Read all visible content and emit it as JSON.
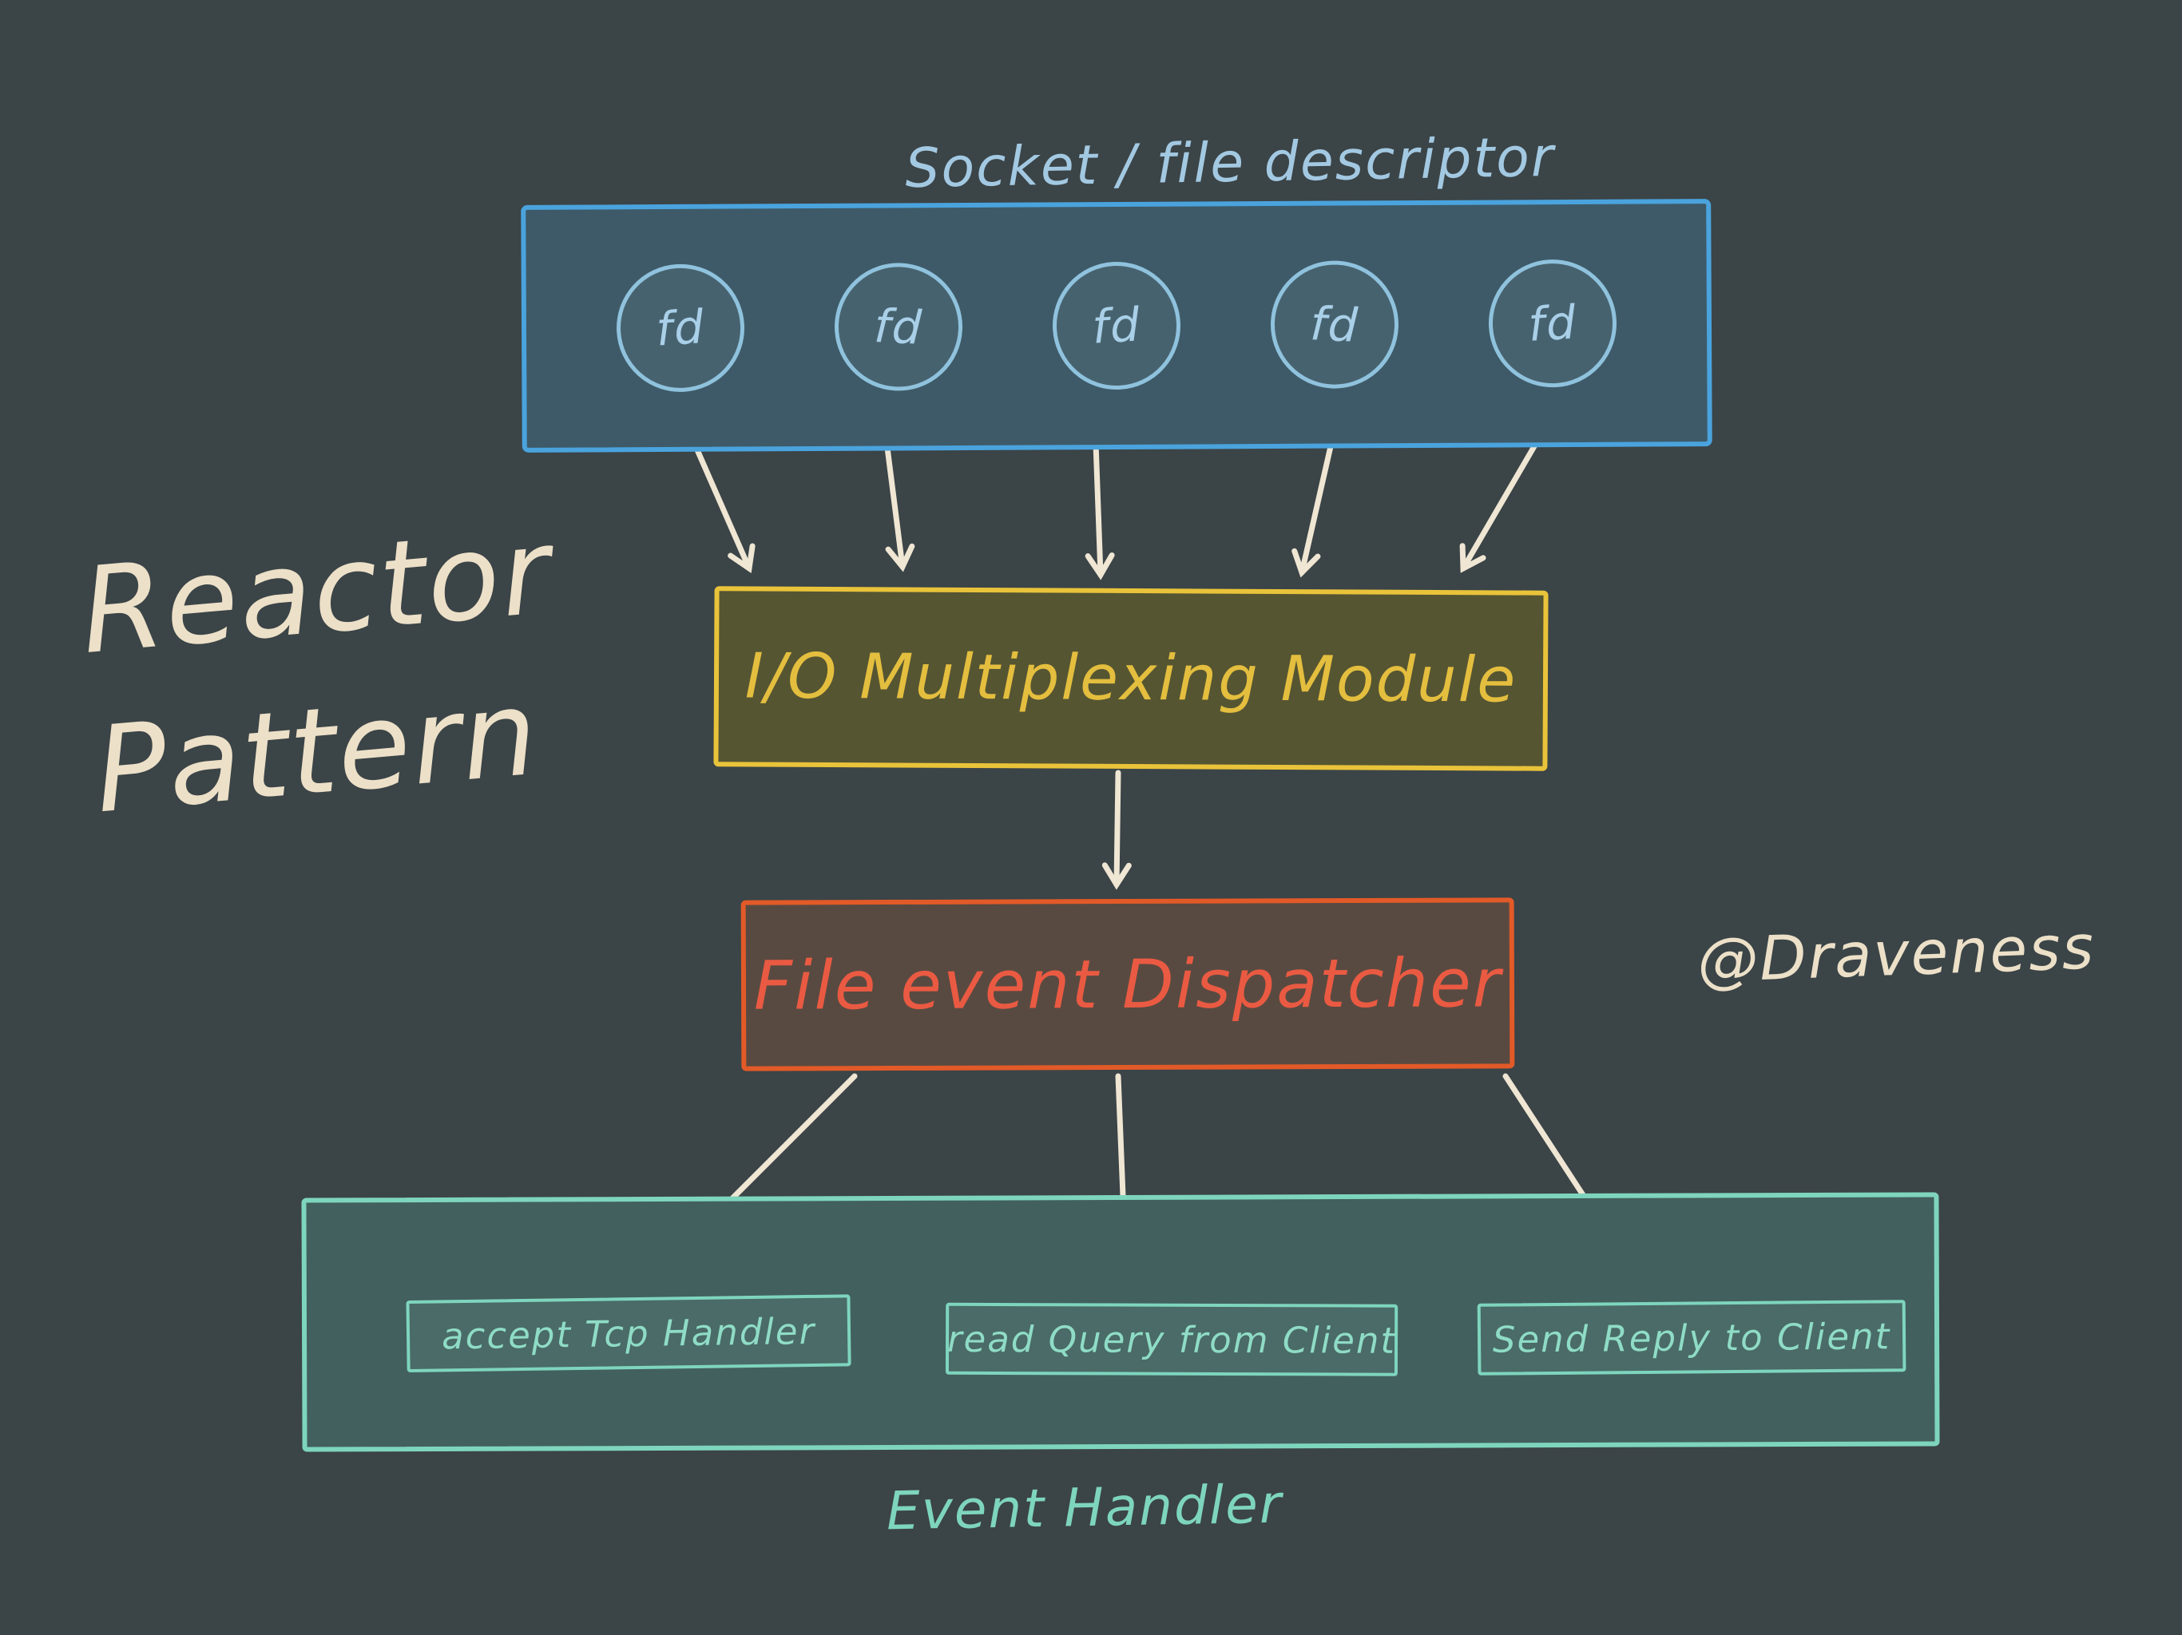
{
  "canvas": {
    "bg_color": "#3b4447",
    "ink_color": "#ece0c8",
    "arrow_color": "#efe6d3"
  },
  "title": "Reactor Pattern",
  "credit": "@Draveness",
  "socket_box": {
    "label": "Socket / file descriptor",
    "fd_label": "fd",
    "fd_count": 5,
    "border_color": "#4aa3dd",
    "text_color": "#a3c9e2"
  },
  "multiplexing_box": {
    "label": "I/O Multiplexing Module",
    "border_color": "#e9c33a",
    "text_color": "#e4be3e"
  },
  "dispatcher_box": {
    "label": "File event Dispatcher",
    "border_color": "#e25a28",
    "text_color": "#ea5a42"
  },
  "event_handler": {
    "label": "Event Handler",
    "border_color": "#7ed5bd",
    "text_color": "#8fdcc6",
    "handlers": [
      "accept Tcp Handler",
      "read Query from Client",
      "Send Reply to Client"
    ]
  }
}
